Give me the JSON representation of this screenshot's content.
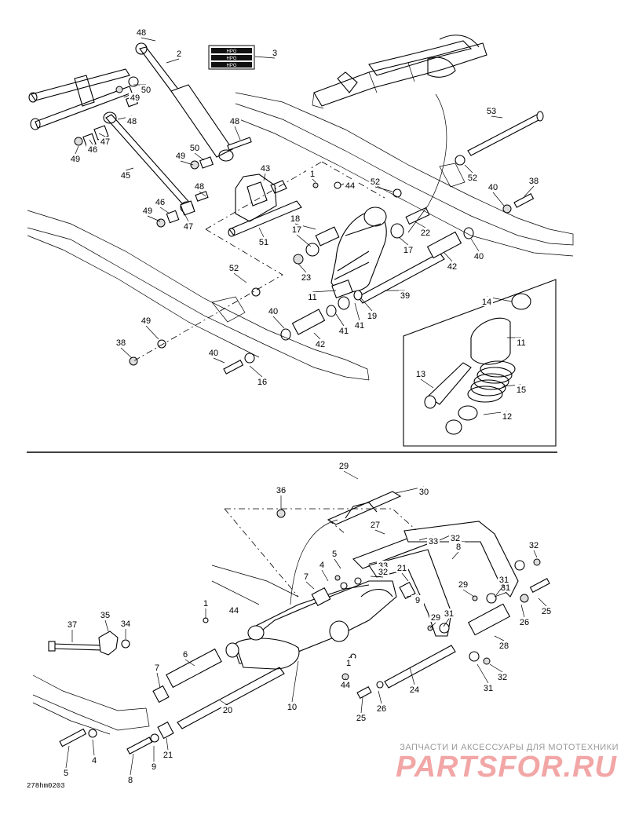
{
  "figure_code": "278hm0203",
  "watermark": {
    "line1": "ЗАПЧАСТИ И АКСЕССУАРЫ ДЛЯ МОТОТЕХНИКИ",
    "logo": "PARTSFOR.RU"
  },
  "decal_text": "HPG",
  "callouts": {
    "top": [
      "48",
      "2",
      "3",
      "50",
      "49",
      "48",
      "47",
      "46",
      "49",
      "48",
      "49",
      "50",
      "45",
      "43",
      "44",
      "1",
      "48",
      "49",
      "46",
      "47",
      "51",
      "18",
      "17",
      "23",
      "22",
      "17",
      "11",
      "52",
      "53",
      "52",
      "40",
      "38",
      "40",
      "42",
      "39",
      "41",
      "19",
      "41",
      "42",
      "40",
      "52",
      "49",
      "38",
      "40",
      "16",
      "14",
      "11",
      "13",
      "15",
      "12"
    ],
    "bottom": [
      "29",
      "30",
      "36",
      "27",
      "33",
      "32",
      "8",
      "5",
      "33",
      "4",
      "32",
      "7",
      "21",
      "9",
      "31",
      "32",
      "1",
      "44",
      "29",
      "31",
      "37",
      "35",
      "34",
      "29",
      "31",
      "25",
      "26",
      "28",
      "6",
      "1",
      "44",
      "31",
      "32",
      "7",
      "10",
      "24",
      "20",
      "25",
      "26",
      "5",
      "4",
      "8",
      "9",
      "21"
    ]
  }
}
